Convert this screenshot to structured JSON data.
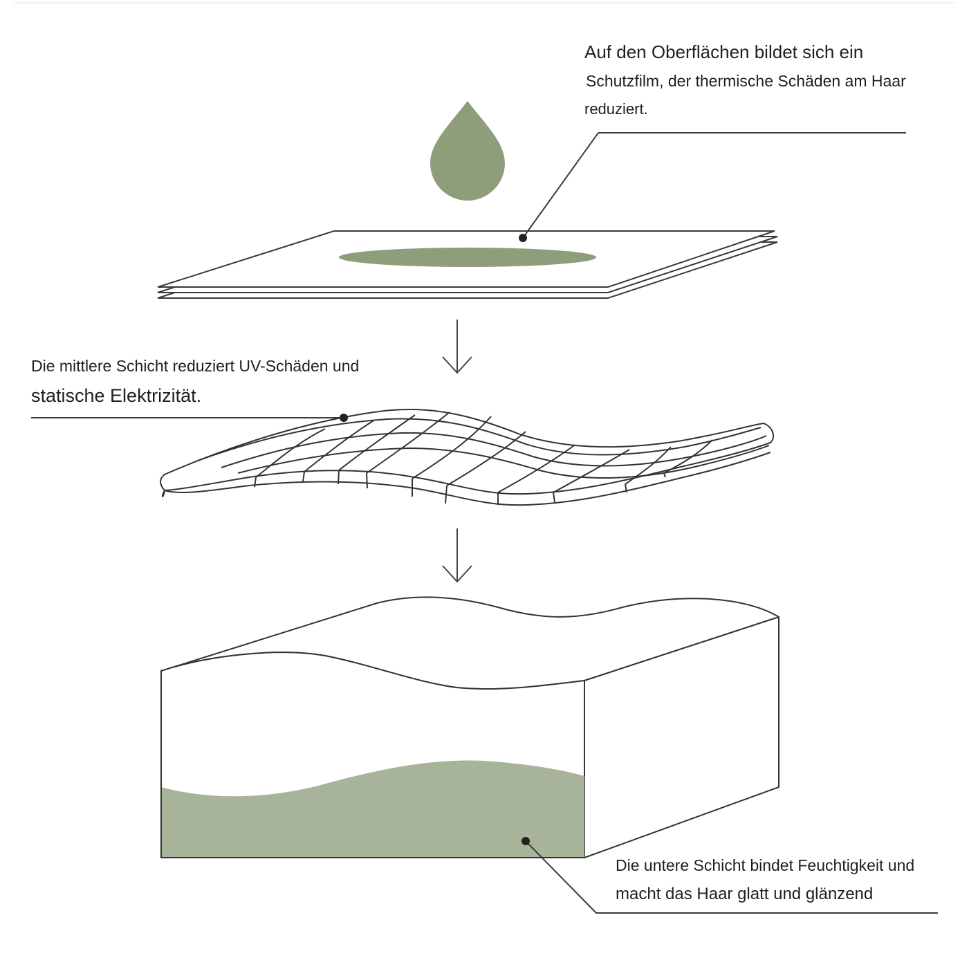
{
  "colors": {
    "accent_green": "#8e9e7b",
    "light_green": "#a8b49a",
    "line": "#3a3a3a",
    "text": "#1f1f1f"
  },
  "icons": [
    "drop-icon",
    "arrow-down-icon"
  ],
  "callouts": {
    "top": {
      "line1": "Auf den Oberflächen bildet sich ein",
      "line2": "Schutzfilm, der thermische Schäden am Haar",
      "line3": "reduziert."
    },
    "middle": {
      "line1": "Die mittlere Schicht reduziert UV-Schäden und",
      "line2": "statische Elektrizität."
    },
    "bottom": {
      "line1": "Die untere Schicht bindet Feuchtigkeit und",
      "line2": "macht das Haar glatt und glänzend"
    }
  }
}
